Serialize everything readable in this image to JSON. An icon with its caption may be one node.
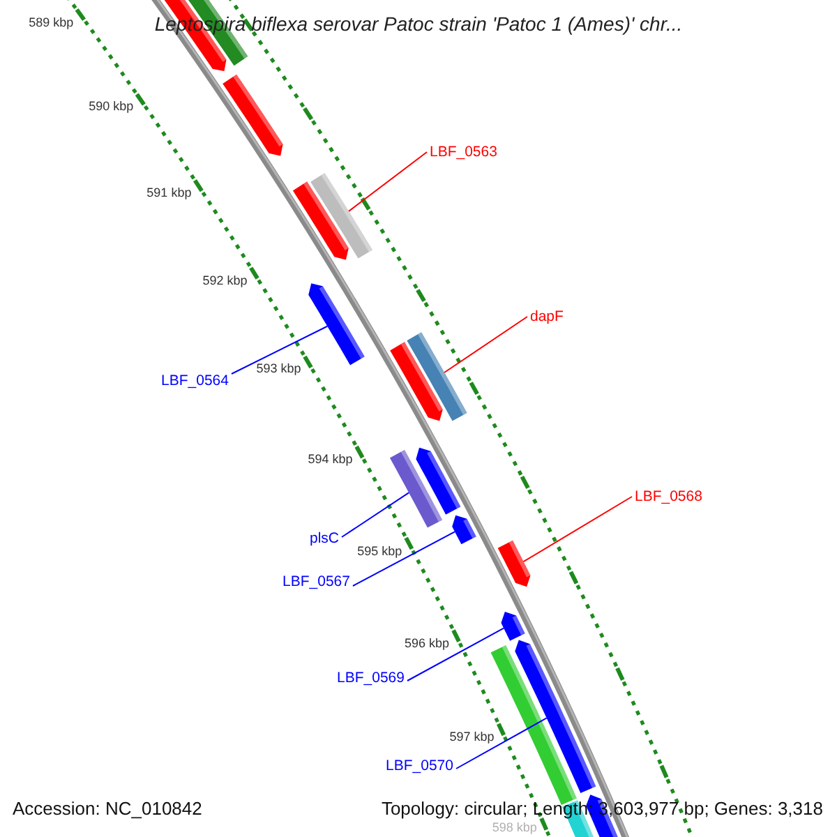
{
  "diagram": {
    "title": "Leptospira biflexa serovar Patoc strain 'Patoc 1 (Ames)' chr...",
    "nodes": [
      {
        "text": [
          "LBF_0563"
        ]
      },
      {
        "text": [
          "dapF"
        ]
      },
      {
        "text": [
          "LBF_0564"
        ]
      },
      {
        "text": [
          "LBF_0568"
        ]
      },
      {
        "text": [
          "plsC"
        ]
      },
      {
        "text": [
          "LBF_0567"
        ]
      },
      {
        "text": [
          "LBF_0569"
        ]
      },
      {
        "text": [
          "LBF_0570"
        ]
      },
      {
        "text": [],
        "shape": "pentagon"
      },
      {
        "text": [],
        "shape": "bar"
      },
      {
        "text": [],
        "shape": "pentagon"
      },
      {
        "text": [],
        "shape": "pentagon"
      },
      {
        "text": [],
        "shape": "bar"
      },
      {
        "text": [],
        "shape": "pentagon"
      },
      {
        "text": [],
        "shape": "pentagon"
      },
      {
        "text": [],
        "shape": "bar"
      },
      {
        "text": [],
        "shape": "bar"
      },
      {
        "text": [],
        "shape": "pentagon"
      },
      {
        "text": [],
        "shape": "pentagon"
      },
      {
        "text": [],
        "shape": "pentagon"
      },
      {
        "text": [],
        "shape": "pentagon"
      },
      {
        "text": [],
        "shape": "pentagon"
      },
      {
        "text": [],
        "shape": "bar"
      },
      {
        "text": [],
        "shape": "pentagon"
      },
      {
        "text": [],
        "shape": "bar"
      }
    ],
    "edges": [
      {
        "from": 0,
        "to": 12,
        "arrow": "none",
        "color": "#ff0000"
      },
      {
        "from": 1,
        "to": 15,
        "arrow": "none",
        "color": "#ff0000"
      },
      {
        "from": 2,
        "to": 13,
        "arrow": "none"
      },
      {
        "from": 3,
        "to": 19,
        "arrow": "none",
        "color": "#ff0000"
      },
      {
        "from": 4,
        "to": 16,
        "arrow": "none"
      },
      {
        "from": 5,
        "to": 18,
        "arrow": "none"
      },
      {
        "from": 6,
        "to": 20,
        "arrow": "none"
      },
      {
        "from": 7,
        "to": 21,
        "arrow": "none"
      }
    ],
    "labels": [
      "589 kbp",
      "590 kbp",
      "591 kbp",
      "592 kbp",
      "593 kbp",
      "594 kbp",
      "595 kbp",
      "596 kbp",
      "597 kbp",
      "598 kbp",
      "Accession: NC_010842",
      "Topology: circular; Length: 3,603,977 bp; Genes: 3,318"
    ]
  }
}
